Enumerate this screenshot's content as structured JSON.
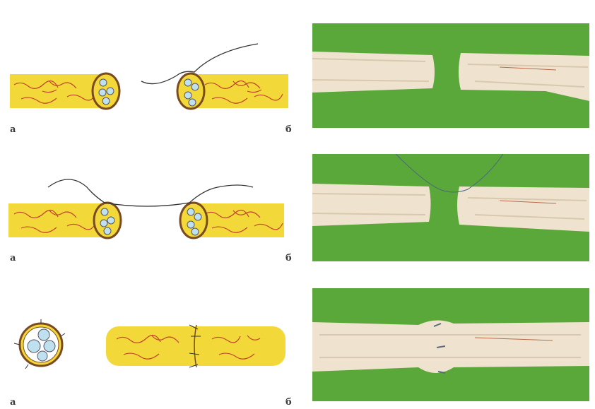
{
  "rows": [
    {
      "left_label": "а",
      "right_label": "б"
    },
    {
      "left_label": "а",
      "right_label": "б"
    },
    {
      "left_label": "а",
      "right_label": "б"
    }
  ],
  "colors": {
    "nerve_fill": "#f3d83a",
    "nerve_vein": "#c0452a",
    "nerve_outline": "#7a4a20",
    "fascicle": "#bfe0ee",
    "photo_green": "#5aa83a",
    "tissue": "#efe3cf"
  }
}
